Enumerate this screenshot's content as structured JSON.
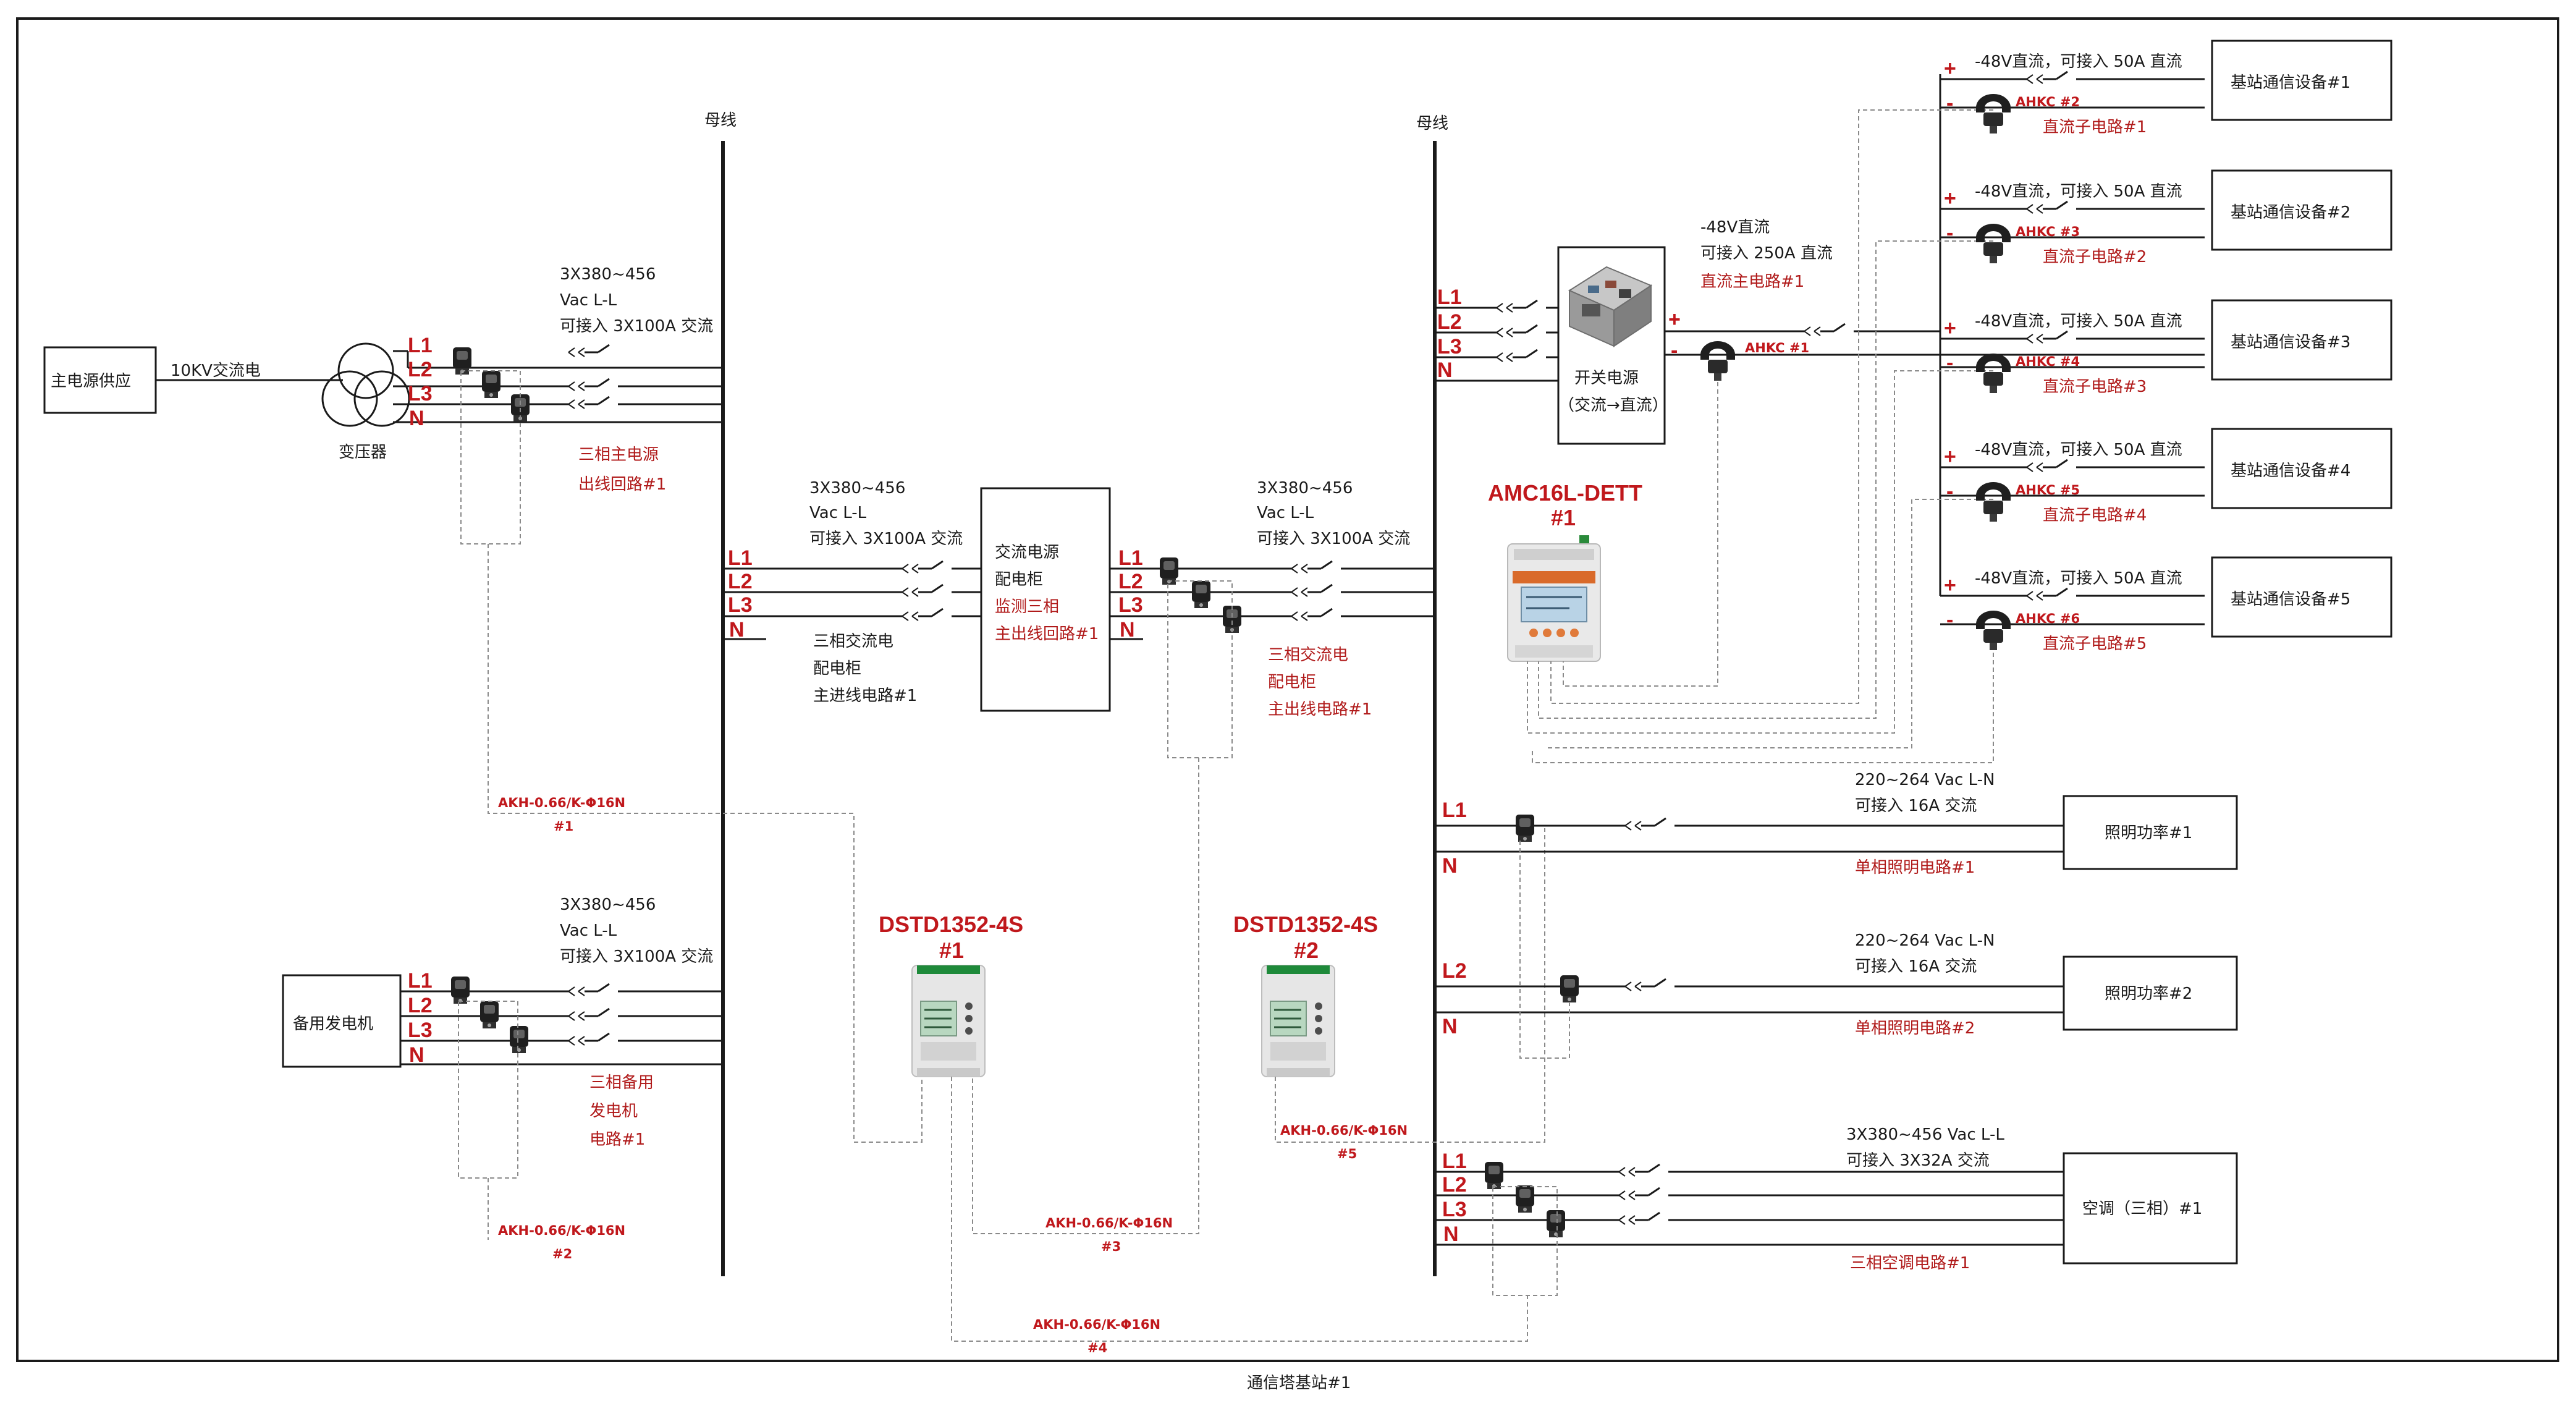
{
  "title": "通信塔基站#1",
  "bus_label": "母线",
  "main_supply": {
    "label": "主电源供应",
    "voltage": "10KV交流电",
    "transformer": "变压器"
  },
  "generator": {
    "label": "备用发电机"
  },
  "phases": {
    "l1": "L1",
    "l2": "L2",
    "l3": "L3",
    "n": "N",
    "plus": "+",
    "minus": "-"
  },
  "ac_spec": {
    "line1": "3X380~456",
    "line2": "Vac L-L",
    "line3": "可接入 3X100A 交流"
  },
  "circuits": {
    "main_out": [
      "三相主电源",
      "出线回路#1"
    ],
    "gen": [
      "三相备用",
      "发电机",
      "电路#1"
    ],
    "cab_in": [
      "三相交流电",
      "配电柜",
      "主进线电路#1"
    ],
    "cab_out": [
      "三相交流电",
      "配电柜",
      "主出线电路#1"
    ]
  },
  "ac_cabinet": {
    "lines": [
      "交流电源",
      "配电柜"
    ],
    "monitor_lines": [
      "监测三相",
      "主出线回路#1"
    ]
  },
  "meters": {
    "dstd1": {
      "name": "DSTD1352-4S",
      "num": "#1"
    },
    "dstd2": {
      "name": "DSTD1352-4S",
      "num": "#2"
    },
    "amc": {
      "name": "AMC16L-DETT",
      "num": "#1"
    }
  },
  "ct_labels": [
    {
      "name": "AKH-0.66/K-Φ16N",
      "num": "#1"
    },
    {
      "name": "AKH-0.66/K-Φ16N",
      "num": "#2"
    },
    {
      "name": "AKH-0.66/K-Φ16N",
      "num": "#3"
    },
    {
      "name": "AKH-0.66/K-Φ16N",
      "num": "#4"
    },
    {
      "name": "AKH-0.66/K-Φ16N",
      "num": "#5"
    }
  ],
  "rectifier": {
    "line1": "开关电源",
    "line2": "（交流→直流）"
  },
  "dc_main": {
    "line1": "-48V直流",
    "line2": "可接入 250A 直流",
    "circuit": "直流主电路#1",
    "sensor": "AHKC #1"
  },
  "dc_branch_spec": "-48V直流，可接入 50A 直流",
  "dc_branches": [
    {
      "sensor": "AHKC #2",
      "circuit": "直流子电路#1",
      "device": "基站通信设备#1"
    },
    {
      "sensor": "AHKC #3",
      "circuit": "直流子电路#2",
      "device": "基站通信设备#2"
    },
    {
      "sensor": "AHKC #4",
      "circuit": "直流子电路#3",
      "device": "基站通信设备#3"
    },
    {
      "sensor": "AHKC #5",
      "circuit": "直流子电路#4",
      "device": "基站通信设备#4"
    },
    {
      "sensor": "AHKC #6",
      "circuit": "直流子电路#5",
      "device": "基站通信设备#5"
    }
  ],
  "lighting": {
    "spec1": "220~264 Vac L-N",
    "spec2": "可接入 16A 交流",
    "circuits": [
      {
        "name": "单相照明电路#1",
        "load": "照明功率#1"
      },
      {
        "name": "单相照明电路#2",
        "load": "照明功率#2"
      }
    ]
  },
  "aircon": {
    "spec1": "3X380~456 Vac L-L",
    "spec2": "可接入 3X32A 交流",
    "circuit": "三相空调电路#1",
    "load": "空调（三相）#1"
  },
  "colors": {
    "line": "#1a1a1a",
    "accent": "#c0181c",
    "dashed": "#8a8a8a"
  }
}
